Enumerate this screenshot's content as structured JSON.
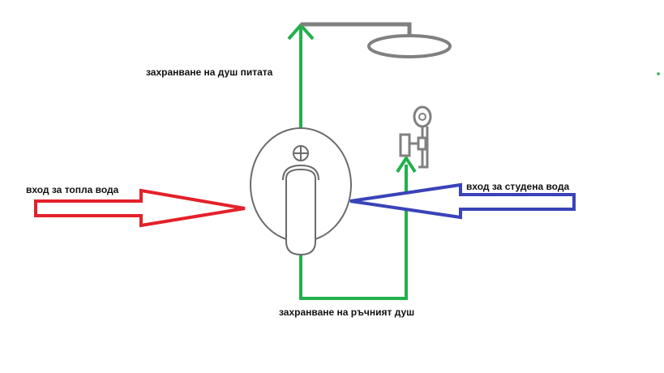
{
  "labels": {
    "shower_head_supply": "захранване на душ питата",
    "hot_inlet": "вход за топла вода",
    "cold_inlet": "вход за студена вода",
    "hand_shower_supply": "захранване на ръчният душ"
  },
  "colors": {
    "hot": "#e3212a",
    "cold": "#3a43b8",
    "supply": "#22b04b",
    "fixture": "#808080"
  }
}
